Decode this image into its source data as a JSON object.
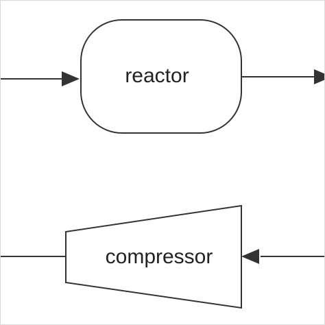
{
  "diagram": {
    "nodes": [
      {
        "id": "reactor",
        "label": "reactor",
        "shape": "rounded-rectangle"
      },
      {
        "id": "compressor",
        "label": "compressor",
        "shape": "trapezoid"
      }
    ],
    "edges": [
      {
        "from": "incoming",
        "to": "reactor",
        "arrowhead": "at-reactor"
      },
      {
        "from": "reactor",
        "to": "outgoing",
        "arrowhead": "at-right-edge"
      },
      {
        "from": "incoming-right",
        "to": "compressor",
        "arrowhead": "at-compressor"
      },
      {
        "from": "compressor",
        "to": "outgoing-left",
        "arrowhead": "none"
      }
    ],
    "colors": {
      "stroke": "#333333",
      "text": "#222222",
      "background": "#ffffff",
      "frame": "#d9d9d9"
    }
  }
}
